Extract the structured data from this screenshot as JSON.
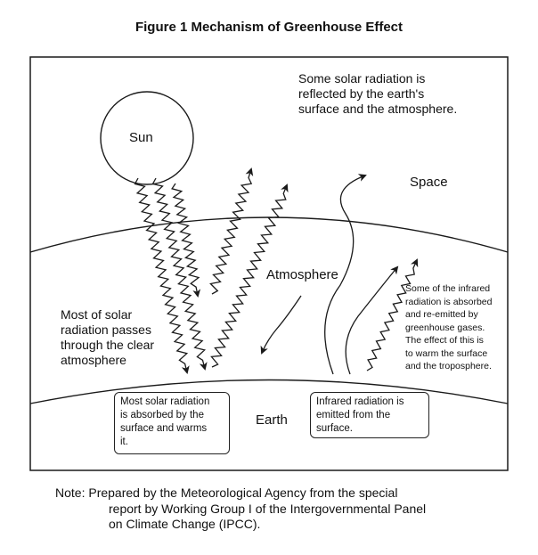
{
  "figure": {
    "title": "Figure 1 Mechanism of Greenhouse Effect",
    "labels": {
      "reflected": [
        "Some solar radiation is",
        "reflected by the earth's",
        "surface and the atmosphere."
      ],
      "sun": "Sun",
      "space": "Space",
      "atmosphere": "Atmosphere",
      "earth": "Earth",
      "passes": [
        "Most of solar",
        "radiation passes",
        "through the clear",
        "atmosphere"
      ],
      "infrared_absorbed": [
        "Some of the infrared",
        "radiation is absorbed",
        "and re-emitted by",
        "greenhouse gases.",
        "The effect of this is",
        "to warm the surface",
        "and the troposphere."
      ],
      "box_absorbed": [
        "Most solar radiation",
        "is absorbed by the",
        "surface and warms",
        "it."
      ],
      "box_infrared": [
        "Infrared radiation is",
        "emitted from the",
        "surface."
      ]
    },
    "colors": {
      "line": "#1a1a1a",
      "background": "#ffffff"
    }
  },
  "note": {
    "line1": "Note: Prepared by the Meteorological  Agency from the special",
    "line2": "report by Working Group I of the Intergovernmental Panel",
    "line3": "on Climate Change (IPCC)."
  }
}
